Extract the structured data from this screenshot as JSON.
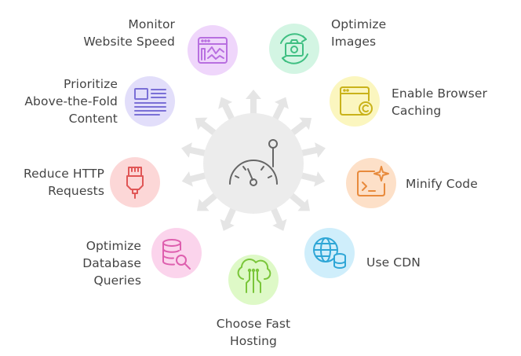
{
  "hub": {
    "fill": "#ececec",
    "arrow_fill": "#e5e5e5",
    "icon": "speedometer-icon"
  },
  "items": [
    {
      "key": "monitor",
      "label": "Monitor\nWebsite Speed",
      "icon": "speed-chart-icon",
      "bg": "#efd6fb",
      "stroke": "#b86fe0"
    },
    {
      "key": "images",
      "label": "Optimize\nImages",
      "icon": "camera-refresh-icon",
      "bg": "#d3f5e3",
      "stroke": "#3fbf82"
    },
    {
      "key": "caching",
      "label": "Enable Browser\nCaching",
      "icon": "browser-cache-icon",
      "bg": "#fbf6bf",
      "stroke": "#c9b21a"
    },
    {
      "key": "minify",
      "label": "Minify Code",
      "icon": "code-terminal-icon",
      "bg": "#fde0c8",
      "stroke": "#e88a3c"
    },
    {
      "key": "cdn",
      "label": "Use CDN",
      "icon": "globe-database-icon",
      "bg": "#cfeefb",
      "stroke": "#2ea6d6"
    },
    {
      "key": "hosting",
      "label": "Choose Fast\nHosting",
      "icon": "cloud-server-icon",
      "bg": "#def9c7",
      "stroke": "#7ac63a"
    },
    {
      "key": "database",
      "label": "Optimize\nDatabase\nQueries",
      "icon": "database-search-icon",
      "bg": "#fbd4ec",
      "stroke": "#de5fae"
    },
    {
      "key": "http",
      "label": "Reduce HTTP\nRequests",
      "icon": "plug-icon",
      "bg": "#fcd7d7",
      "stroke": "#e05656"
    },
    {
      "key": "fold",
      "label": "Prioritize\nAbove-the-Fold\nContent",
      "icon": "document-layout-icon",
      "bg": "#e2defa",
      "stroke": "#7a6fd6"
    }
  ]
}
